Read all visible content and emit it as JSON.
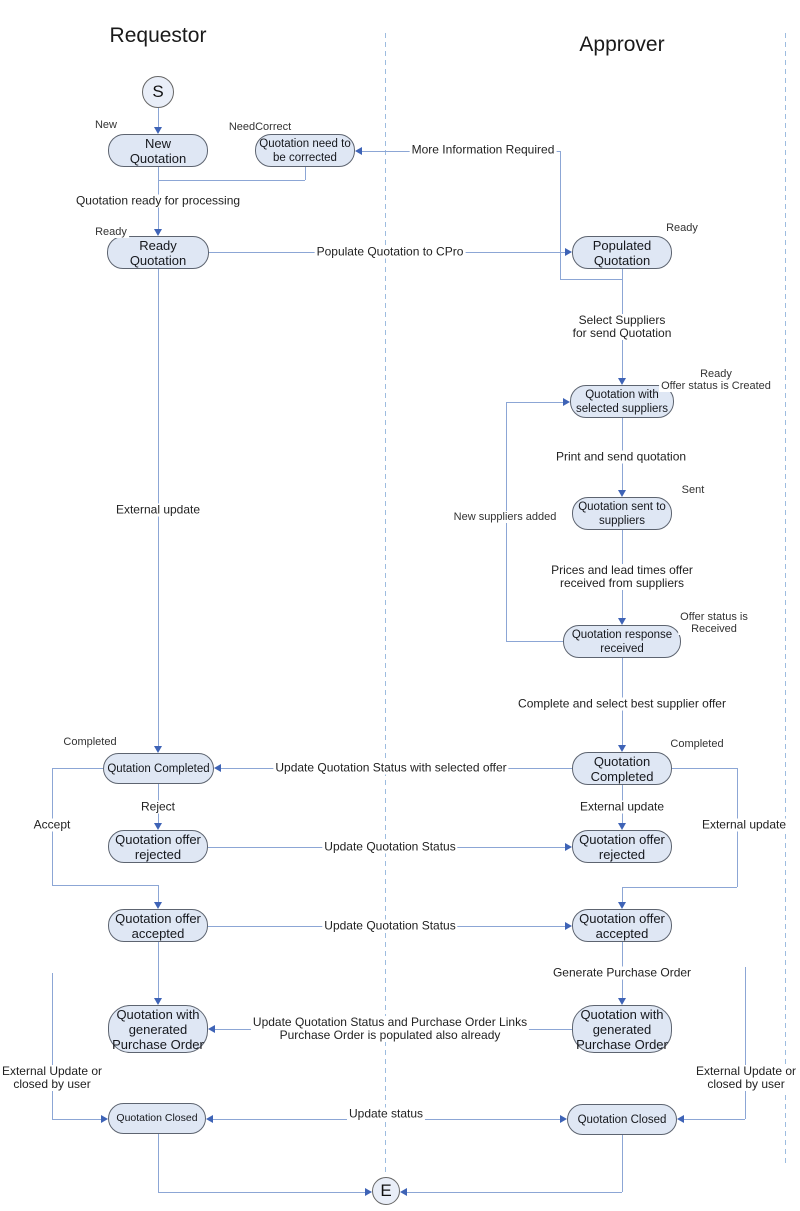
{
  "diagram": {
    "lane_titles": {
      "left": "Requestor",
      "right": "Approver"
    },
    "terminators": {
      "start": "S",
      "end": "E"
    },
    "nodes": {
      "req_new": "New\nQuotation",
      "req_correct": "Quotation need to\nbe corrected",
      "req_ready": "Ready\nQuotation",
      "app_populated": "Populated\nQuotation",
      "app_selected": "Quotation with\nselected suppliers",
      "app_sent": "Quotation sent to\nsuppliers",
      "app_response": "Quotation response\nreceived",
      "app_completed": "Quotation\nCompleted",
      "req_completed": "Qutation Completed",
      "req_rejected": "Quotation offer\nrejected",
      "app_rejected": "Quotation offer\nrejected",
      "req_accepted": "Quotation offer\naccepted",
      "app_accepted": "Quotation offer\naccepted",
      "req_po": "Quotation with\ngenerated\nPurchase Order",
      "app_po": "Quotation with\ngenerated\nPurchase Order",
      "req_closed": "Quotation Closed",
      "app_closed": "Quotation Closed"
    },
    "labels": {
      "new_state": "New",
      "needcorrect": "NeedCorrect",
      "ready_processing": "Quotation ready for processing",
      "ready_left": "Ready",
      "populate_cpro": "Populate Quotation to CPro",
      "more_info": "More Information Required",
      "ready_right": "Ready",
      "select_suppliers": "Select Suppliers\nfor send Quotation",
      "ready_offer_created": "Ready\nOffer status is Created",
      "print_send": "Print and send quotation",
      "sent": "Sent",
      "new_suppliers": "New suppliers added",
      "prices_lead": "Prices and lead times offer\nreceived from suppliers",
      "offer_received": "Offer status is\nReceived",
      "complete_best": "Complete and select best supplier offer",
      "completed_left": "Completed",
      "completed_right": "Completed",
      "update_selected": "Update Quotation Status with selected offer",
      "external_update_lane": "External update",
      "reject": "Reject",
      "accept": "Accept",
      "external_update_mid": "External update",
      "external_update_right": "External update",
      "update_status_rejected": "Update Quotation Status",
      "update_status_accepted": "Update Quotation Status",
      "generate_po": "Generate Purchase Order",
      "update_po_links": "Update Quotation Status and Purchase Order Links\nPurchase Order is populated also already",
      "external_closed_left": "External Update or\nclosed by user",
      "external_closed_right": "External Update or\nclosed by user",
      "update_status_closed": "Update status"
    },
    "colors": {
      "node_fill": "#dfe7f4",
      "node_border": "#5d6470",
      "flow_line": "#8ca6d5",
      "arrowhead": "#3e63b6",
      "lane_divider": "#9dbcdf"
    }
  }
}
